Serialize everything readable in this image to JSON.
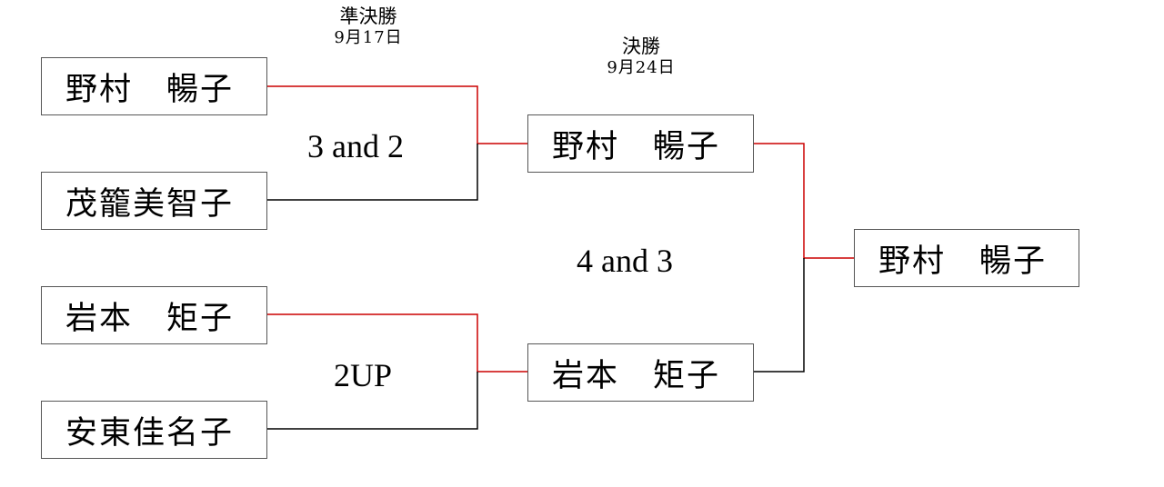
{
  "rounds": {
    "semifinal": {
      "name": "準決勝",
      "date": "9月17日"
    },
    "final": {
      "name": "決勝",
      "date": "9月24日"
    }
  },
  "round1": {
    "top_pair": {
      "player1": "野村　暢子",
      "player2": "茂籠美智子"
    },
    "bottom_pair": {
      "player1": "岩本　矩子",
      "player2": "安東佳名子"
    }
  },
  "round2": {
    "winner_top": "野村　暢子",
    "winner_bottom": "岩本　矩子"
  },
  "champion": "野村　暢子",
  "scores": {
    "semifinal_top": "3 and 2",
    "semifinal_bottom": "2UP",
    "final": "4 and 3"
  },
  "colors": {
    "winner_line": "#cc0000",
    "loser_line": "#000000",
    "box_border": "#555555"
  }
}
